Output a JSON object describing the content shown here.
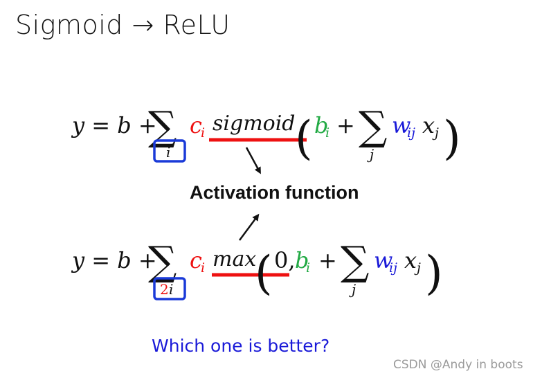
{
  "title": "Sigmoid → ReLU",
  "eq1": {
    "lhs": "y = b +",
    "c": "c",
    "i_sub": "i",
    "func": "sigmoid",
    "b": "b",
    "bi_sub": "i",
    "plus": "+",
    "w": "w",
    "w_sub": "ij",
    "x": "x",
    "x_sub": "j",
    "sum_index": "i",
    "sum2_index": "j"
  },
  "label": "Activation function",
  "eq2": {
    "lhs": "y = b +",
    "c": "c",
    "i_sub": "i",
    "func": "max",
    "zero": "0,",
    "b": "b",
    "bi_sub": "i",
    "plus": "+",
    "w": "w",
    "w_sub": "ij",
    "x": "x",
    "x_sub": "j",
    "sum_index_prefix": "2",
    "sum_index": "i",
    "sum2_index": "j"
  },
  "question": "Which one is better?",
  "watermark": "CSDN @Andy in boots",
  "colors": {
    "highlight_red": "#ee1111",
    "param_green": "#22aa44",
    "weight_blue": "#1a1ad8",
    "box_blue": "#1a3ad8"
  }
}
